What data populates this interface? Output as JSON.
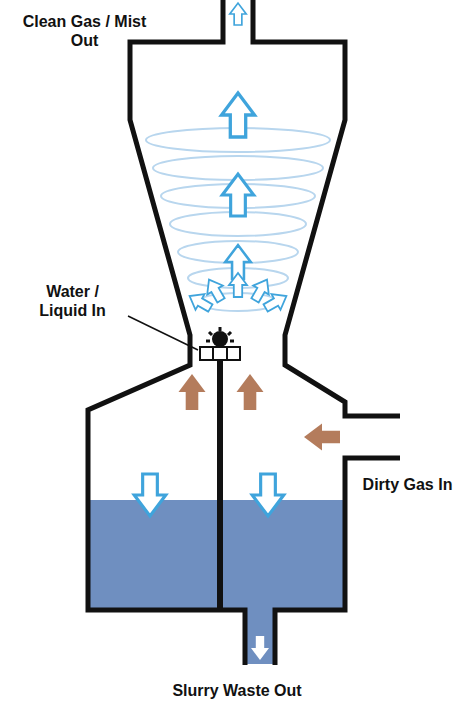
{
  "diagram": {
    "labels": [
      "Clean Gas / Mist Out",
      "Water / Liquid In",
      "Dirty Gas In",
      "Slurry Waste Out"
    ]
  }
}
